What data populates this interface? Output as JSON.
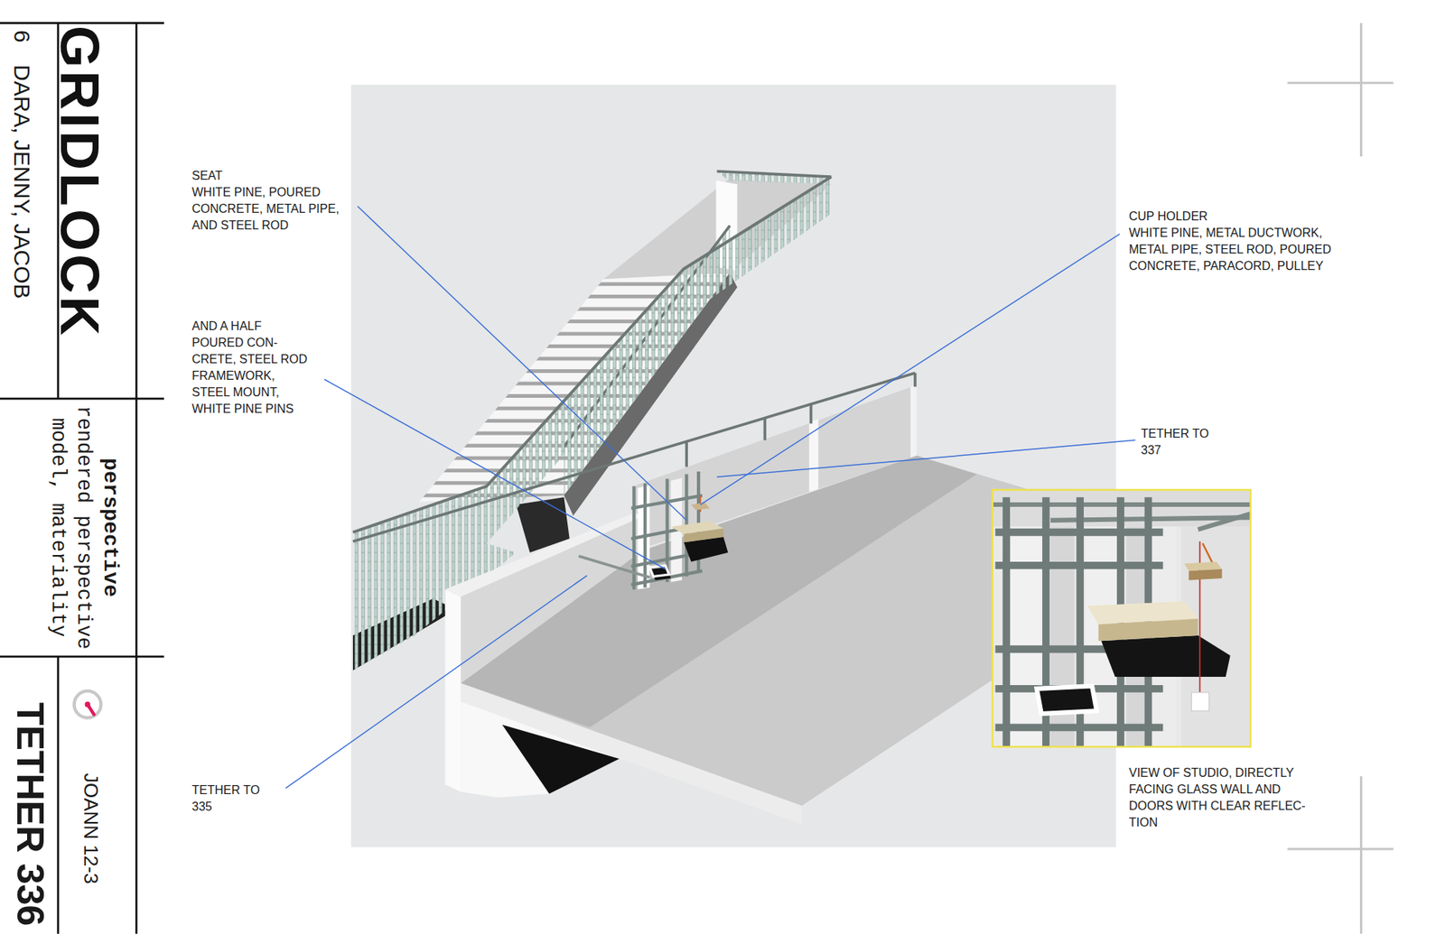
{
  "diagram": {
    "title": "GRIDLOCK",
    "labels": [
      "6",
      "DARA, JENNY, JACOB",
      "perspective",
      "rendered perspective model, materiality",
      "JOANN 12-3",
      "TETHER 336",
      "SEAT",
      "WHITE PINE, POURED CONCRETE, METAL PIPE, AND STEEL ROD",
      "AND A HALF",
      "POURED CON- CRETE, STEEL ROD FRAMEWORK, STEEL MOUNT, WHITE PINE PINS",
      "CUP HOLDER",
      "WHITE PINE, METAL DUCTWORK, METAL PIPE, STEEL ROD, POURED CONCRETE, PARACORD, PULLEY",
      "TETHER TO 337",
      "TETHER TO 335",
      "VIEW OF STUDIO, DIRECTLY FACING GLASS WALL AND DOORS WITH CLEAR REFLEC- TION"
    ]
  }
}
